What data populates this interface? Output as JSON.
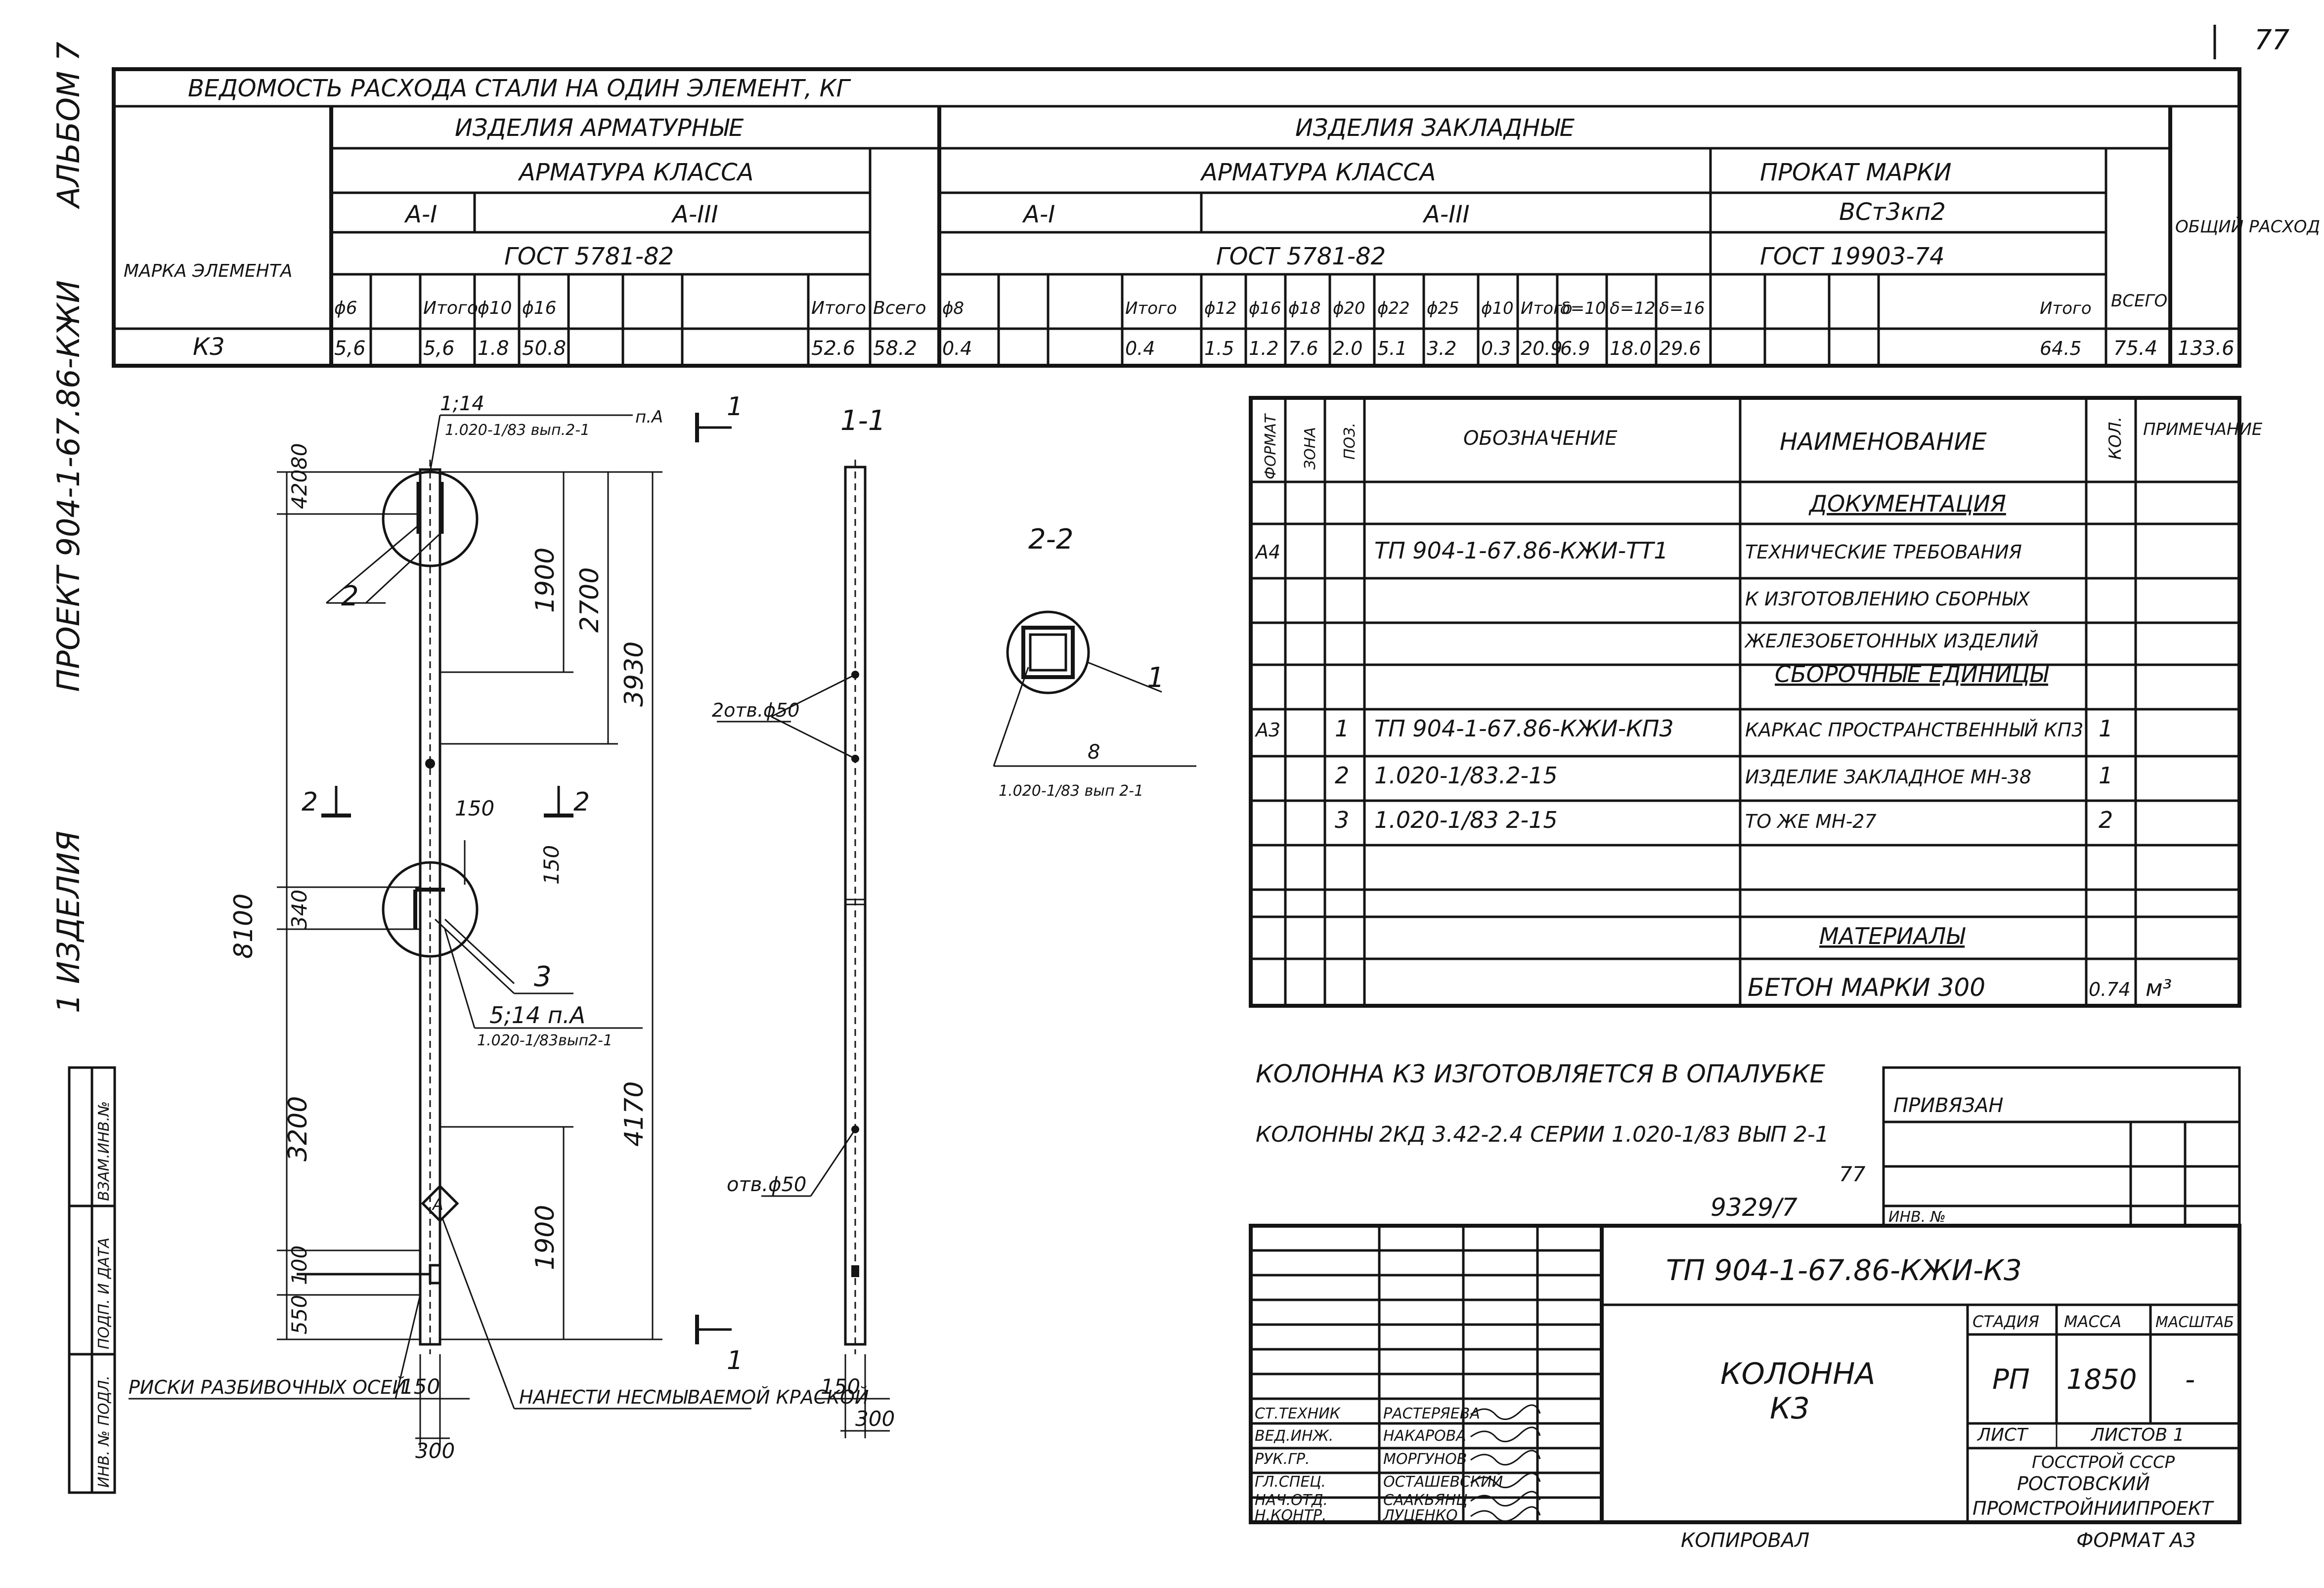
{
  "page_number": "77",
  "side_strip": {
    "album": "АЛЬБОМ 7",
    "project": "ПРОЕКТ 904-1-67.86-КЖИ",
    "album_part": "1 ИЗДЕЛИЯ",
    "field_labels": [
      "ВЗАМ.ИНВ.№",
      "ПОДП. И ДАТА",
      "ИНВ. № ПОДЛ."
    ]
  },
  "steel_table": {
    "title": "ВЕДОМОСТЬ РАСХОДА СТАЛИ НА ОДИН ЭЛЕМЕНТ, КГ",
    "mark_header": "МАРКА ЭЛЕМЕНТА",
    "group_reinforcement": "ИЗДЕЛИЯ АРМАТУРНЫЕ",
    "group_embedded": "ИЗДЕЛИЯ ЗАКЛАДНЫЕ",
    "class_header": "АРМАТУРА КЛАССА",
    "rolled_header": "ПРОКАТ МАРКИ",
    "rolled_grade": "ВСт3кп2",
    "class_a1": "А-I",
    "class_a3": "А-III",
    "gost_5781": "ГОСТ 5781-82",
    "gost_19903": "ГОСТ 19903-74",
    "total_header": "ВСЕГО",
    "grand_total_header": "ОБЩИЙ РАСХОД",
    "reinf_cols": [
      "ϕ6",
      "",
      "Итого",
      "ϕ10",
      "ϕ16",
      "",
      "",
      "Итого",
      "Всего"
    ],
    "reinf_vals": [
      "5,6",
      "",
      "5,6",
      "1.8",
      "50.8",
      "",
      "",
      "52.6",
      "58.2"
    ],
    "emb_cols": [
      "ϕ8",
      "",
      "",
      "Итого",
      "ϕ12",
      "ϕ16",
      "ϕ18",
      "ϕ20",
      "ϕ22",
      "ϕ25",
      "ϕ10",
      "Итого",
      "δ=10",
      "δ=12",
      "δ=16",
      "",
      "",
      "Итого"
    ],
    "emb_vals": [
      "0.4",
      "",
      "",
      "0.4",
      "1.5",
      "1.2",
      "7.6",
      "2.0",
      "5.1",
      "3.2",
      "0.3",
      "20.9",
      "6.9",
      "18.0",
      "29.6",
      "",
      "",
      "64.5"
    ],
    "element_mark": "К3",
    "emb_total": "75.4",
    "grand_total": "133.6"
  },
  "drawing": {
    "section_1_1": "1-1",
    "section_2_2": "2-2",
    "cut_label_1": "1",
    "cut_label_2": "2",
    "detail_top_ref": "1;14",
    "detail_top_ref_suffix": "п.А",
    "detail_top_doc": "1.020-1/83 вып.2-1",
    "detail_mid_ref": "5;14 п.А",
    "detail_mid_doc": "1.020-1/83вып2-1",
    "section_ref": "8",
    "section_doc": "1.020-1/83 вып 2-1",
    "hole_label": "отв.ϕ50",
    "hole_label_2": "2отв.ϕ50",
    "pos_1": "1",
    "pos_2": "2",
    "pos_3": "3",
    "dim_total": "8100",
    "dim_3930": "3930",
    "dim_2700": "2700",
    "dim_1900a": "1900",
    "dim_1900b": "1900",
    "dim_4170": "4170",
    "dim_3200": "3200",
    "dim_420": "420",
    "dim_80": "80",
    "dim_340": "340",
    "dim_550": "550",
    "dim_100": "100",
    "dim_150_top": "150",
    "dim_150_side": "150",
    "dim_150_bot": "150",
    "dim_300": "300",
    "dim_150_s": "150",
    "dim_300_s": "300",
    "note_axes": "РИСКИ РАЗБИВОЧНЫХ ОСЕЙ",
    "note_paint": "НАНЕСТИ НЕСМЫВАЕМОЙ КРАСКОЙ",
    "mark_symbol": "А"
  },
  "spec_table": {
    "headers": [
      "ФОРМАТ",
      "ЗОНА",
      "ПОЗ.",
      "ОБОЗНАЧЕНИЕ",
      "НАИМЕНОВАНИЕ",
      "КОЛ.",
      "ПРИМЕЧАНИЕ"
    ],
    "section_docs": "ДОКУМЕНТАЦИЯ",
    "section_units": "СБОРОЧНЫЕ ЕДИНИЦЫ",
    "section_materials": "МАТЕРИАЛЫ",
    "rows": [
      {
        "format": "А4",
        "zone": "",
        "pos": "",
        "designation": "ТП 904-1-67.86-КЖИ-ТТ1",
        "name": "ТЕХНИЧЕСКИЕ ТРЕБОВАНИЯ",
        "qty": "",
        "note": ""
      },
      {
        "format": "",
        "zone": "",
        "pos": "",
        "designation": "",
        "name": "К ИЗГОТОВЛЕНИЮ СБОРНЫХ",
        "qty": "",
        "note": ""
      },
      {
        "format": "",
        "zone": "",
        "pos": "",
        "designation": "",
        "name": "ЖЕЛЕЗОБЕТОННЫХ ИЗДЕЛИЙ",
        "qty": "",
        "note": ""
      },
      {
        "format": "А3",
        "zone": "",
        "pos": "1",
        "designation": "ТП 904-1-67.86-КЖИ-КП3",
        "name": "КАРКАС ПРОСТРАНСТВЕННЫЙ КП3",
        "qty": "1",
        "note": ""
      },
      {
        "format": "",
        "zone": "",
        "pos": "2",
        "designation": "1.020-1/83.2-15",
        "name": "ИЗДЕЛИЕ ЗАКЛАДНОЕ МН-38",
        "qty": "1",
        "note": ""
      },
      {
        "format": "",
        "zone": "",
        "pos": "3",
        "designation": "1.020-1/83 2-15",
        "name": "ТО ЖЕ           МН-27",
        "qty": "2",
        "note": ""
      }
    ],
    "material_name": "БЕТОН МАРКИ 300",
    "material_qty": "0.74",
    "material_unit": "м³"
  },
  "notes": {
    "line1": "КОЛОННА К3 ИЗГОТОВЛЯЕТСЯ В ОПАЛУБКЕ",
    "line2": "КОЛОННЫ 2КД 3.42-2.4 СЕРИИ 1.020-1/83 ВЫП 2-1"
  },
  "title_block": {
    "bound_label": "ПРИВЯЗАН",
    "inv_label": "ИНВ. №",
    "archive_no": "9329/7",
    "archive_sup": "77",
    "designation": "ТП 904-1-67.86-КЖИ-К3",
    "name_line1": "КОЛОННА",
    "name_line2": "К3",
    "stage_label": "СТАДИЯ",
    "mass_label": "МАССА",
    "scale_label": "МАСШТАБ",
    "stage": "РП",
    "mass": "1850",
    "scale": "-",
    "sheet_label": "ЛИСТ",
    "sheets_label": "ЛИСТОВ 1",
    "org_line1": "ГОССТРОЙ СССР",
    "org_line2": "РОСТОВСКИЙ",
    "org_line3": "ПРОМСТРОЙНИИПРОЕКТ",
    "signers": [
      {
        "role": "СТ.ТЕХНИК",
        "name": "РАСТЕРЯЕВА"
      },
      {
        "role": "ВЕД.ИНЖ.",
        "name": "НАКАРОВА"
      },
      {
        "role": "РУК.ГР.",
        "name": "МОРГУНОВ"
      },
      {
        "role": "ГЛ.СПЕЦ.",
        "name": "ОСТАШЕВСКИЙ"
      },
      {
        "role": "НАЧ.ОТД.",
        "name": "СААКЬЯНЦ"
      },
      {
        "role": "Н.КОНТР.",
        "name": "ЛУЦЕНКО"
      }
    ],
    "copied": "КОПИРОВАЛ",
    "format": "ФОРМАТ А3"
  }
}
